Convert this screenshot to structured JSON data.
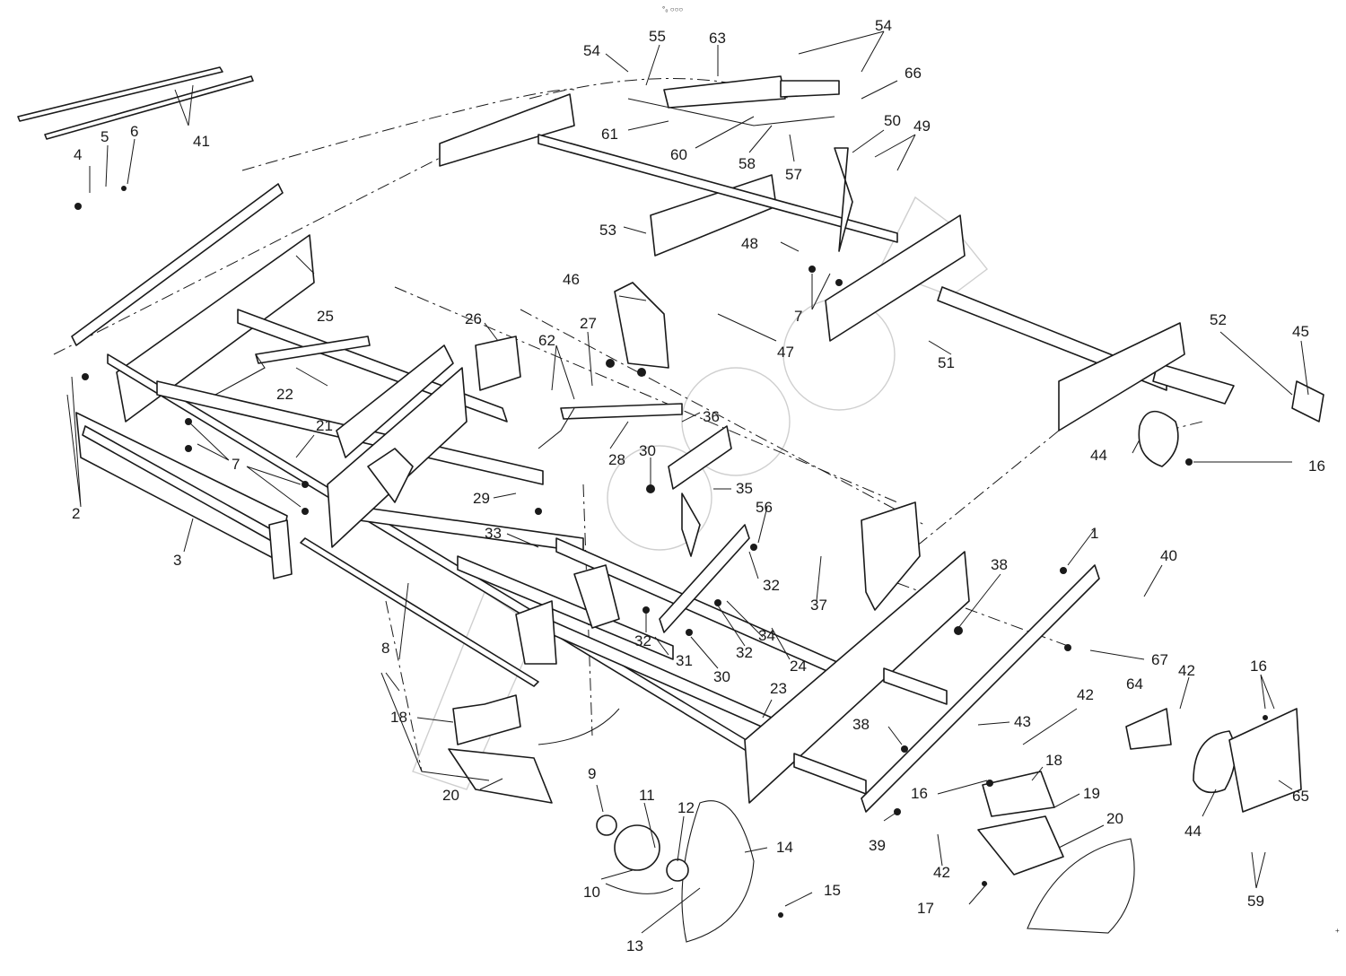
{
  "header_mark": "°₀ ○○○",
  "corner_mark": "+",
  "labels": [
    {
      "id": "1",
      "text": "1"
    },
    {
      "id": "2",
      "text": "2"
    },
    {
      "id": "3",
      "text": "3"
    },
    {
      "id": "4",
      "text": "4"
    },
    {
      "id": "5",
      "text": "5"
    },
    {
      "id": "6",
      "text": "6"
    },
    {
      "id": "7a",
      "text": "7"
    },
    {
      "id": "7b",
      "text": "7"
    },
    {
      "id": "8",
      "text": "8"
    },
    {
      "id": "9",
      "text": "9"
    },
    {
      "id": "10",
      "text": "10"
    },
    {
      "id": "11",
      "text": "11"
    },
    {
      "id": "12",
      "text": "12"
    },
    {
      "id": "13",
      "text": "13"
    },
    {
      "id": "14",
      "text": "14"
    },
    {
      "id": "15",
      "text": "15"
    },
    {
      "id": "16a",
      "text": "16"
    },
    {
      "id": "16b",
      "text": "16"
    },
    {
      "id": "16c",
      "text": "16"
    },
    {
      "id": "17",
      "text": "17"
    },
    {
      "id": "18a",
      "text": "18"
    },
    {
      "id": "18b",
      "text": "18"
    },
    {
      "id": "19",
      "text": "19"
    },
    {
      "id": "20a",
      "text": "20"
    },
    {
      "id": "20b",
      "text": "20"
    },
    {
      "id": "21",
      "text": "21"
    },
    {
      "id": "22",
      "text": "22"
    },
    {
      "id": "23",
      "text": "23"
    },
    {
      "id": "24",
      "text": "24"
    },
    {
      "id": "25",
      "text": "25"
    },
    {
      "id": "26",
      "text": "26"
    },
    {
      "id": "27",
      "text": "27"
    },
    {
      "id": "28",
      "text": "28"
    },
    {
      "id": "29",
      "text": "29"
    },
    {
      "id": "30a",
      "text": "30"
    },
    {
      "id": "30b",
      "text": "30"
    },
    {
      "id": "31",
      "text": "31"
    },
    {
      "id": "32a",
      "text": "32"
    },
    {
      "id": "32b",
      "text": "32"
    },
    {
      "id": "32c",
      "text": "32"
    },
    {
      "id": "33",
      "text": "33"
    },
    {
      "id": "34",
      "text": "34"
    },
    {
      "id": "35",
      "text": "35"
    },
    {
      "id": "36",
      "text": "36"
    },
    {
      "id": "37",
      "text": "37"
    },
    {
      "id": "38a",
      "text": "38"
    },
    {
      "id": "38b",
      "text": "38"
    },
    {
      "id": "39",
      "text": "39"
    },
    {
      "id": "40",
      "text": "40"
    },
    {
      "id": "41",
      "text": "41"
    },
    {
      "id": "42a",
      "text": "42"
    },
    {
      "id": "42b",
      "text": "42"
    },
    {
      "id": "42c",
      "text": "42"
    },
    {
      "id": "43",
      "text": "43"
    },
    {
      "id": "44a",
      "text": "44"
    },
    {
      "id": "44b",
      "text": "44"
    },
    {
      "id": "45",
      "text": "45"
    },
    {
      "id": "46",
      "text": "46"
    },
    {
      "id": "47",
      "text": "47"
    },
    {
      "id": "48",
      "text": "48"
    },
    {
      "id": "49",
      "text": "49"
    },
    {
      "id": "50",
      "text": "50"
    },
    {
      "id": "51",
      "text": "51"
    },
    {
      "id": "52",
      "text": "52"
    },
    {
      "id": "53",
      "text": "53"
    },
    {
      "id": "54a",
      "text": "54"
    },
    {
      "id": "54b",
      "text": "54"
    },
    {
      "id": "55",
      "text": "55"
    },
    {
      "id": "56",
      "text": "56"
    },
    {
      "id": "57",
      "text": "57"
    },
    {
      "id": "58",
      "text": "58"
    },
    {
      "id": "59",
      "text": "59"
    },
    {
      "id": "60",
      "text": "60"
    },
    {
      "id": "61",
      "text": "61"
    },
    {
      "id": "62",
      "text": "62"
    },
    {
      "id": "63",
      "text": "63"
    },
    {
      "id": "64",
      "text": "64"
    },
    {
      "id": "65",
      "text": "65"
    },
    {
      "id": "66",
      "text": "66"
    },
    {
      "id": "67",
      "text": "67"
    }
  ]
}
